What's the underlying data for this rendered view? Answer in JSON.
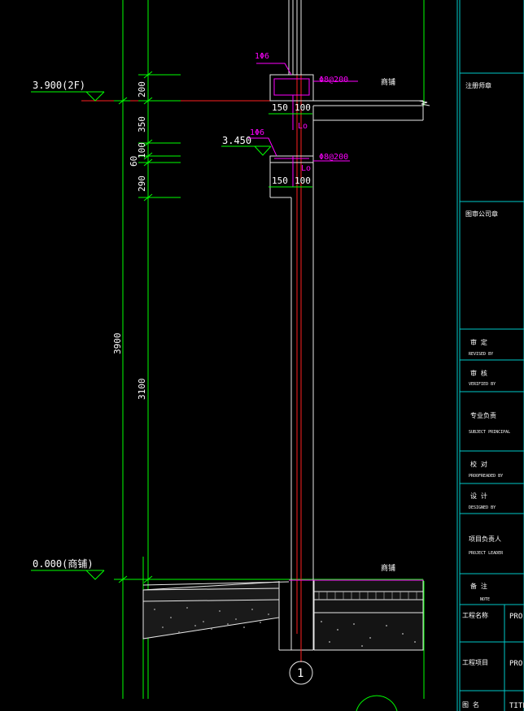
{
  "elevations": {
    "level_2f": "3.900(2F)",
    "level_mid": "3.450",
    "level_ground": "0.000(商铺)"
  },
  "dimensions": {
    "d200": "200",
    "d350": "350",
    "d100": "100",
    "d60": "60",
    "d290": "290",
    "d3900": "3900",
    "d3100": "3100",
    "d150_top": "150",
    "d100_top": "100",
    "d150_mid": "150",
    "d100_mid": "100"
  },
  "rebar": {
    "top_tie": "1Φ6",
    "top_spacing": "Φ8@200",
    "top_lap": "Lo",
    "mid_tie": "1Φ6",
    "mid_spacing": "Φ8@200",
    "mid_lap": "Lo"
  },
  "room_labels": {
    "upper": "商铺",
    "lower": "商铺"
  },
  "axis_label": "1",
  "title_block": {
    "rows": [
      {
        "cn": "注册师章",
        "en": ""
      },
      {
        "cn": "图审公司章",
        "en": ""
      },
      {
        "cn": "审 定",
        "en": "REVISED BY"
      },
      {
        "cn": "审 核",
        "en": "VERIFIED BY"
      },
      {
        "cn": "专业负责",
        "en": "SUBJECT PRINCIPAL"
      },
      {
        "cn": "校 对",
        "en": "PROOFREADED BY"
      },
      {
        "cn": "设 计",
        "en": "DESIGNED BY"
      },
      {
        "cn": "项目负责人",
        "en": "PROJECT LEADER"
      },
      {
        "cn": "备 注",
        "en": "NOTE"
      }
    ],
    "project_name_label": "工程名称",
    "project_name_value": "PRO",
    "sub_project_label": "工程项目",
    "sub_project_value": "PRO",
    "drawing_label": "图 名",
    "drawing_value": "TITL"
  },
  "colors": {
    "background": "#000000",
    "dimension": "#00ff00",
    "rebar": "#ff00ff",
    "axis": "#ff2020",
    "outline": "#e8e8e8",
    "title_block": "#00c8c8"
  }
}
